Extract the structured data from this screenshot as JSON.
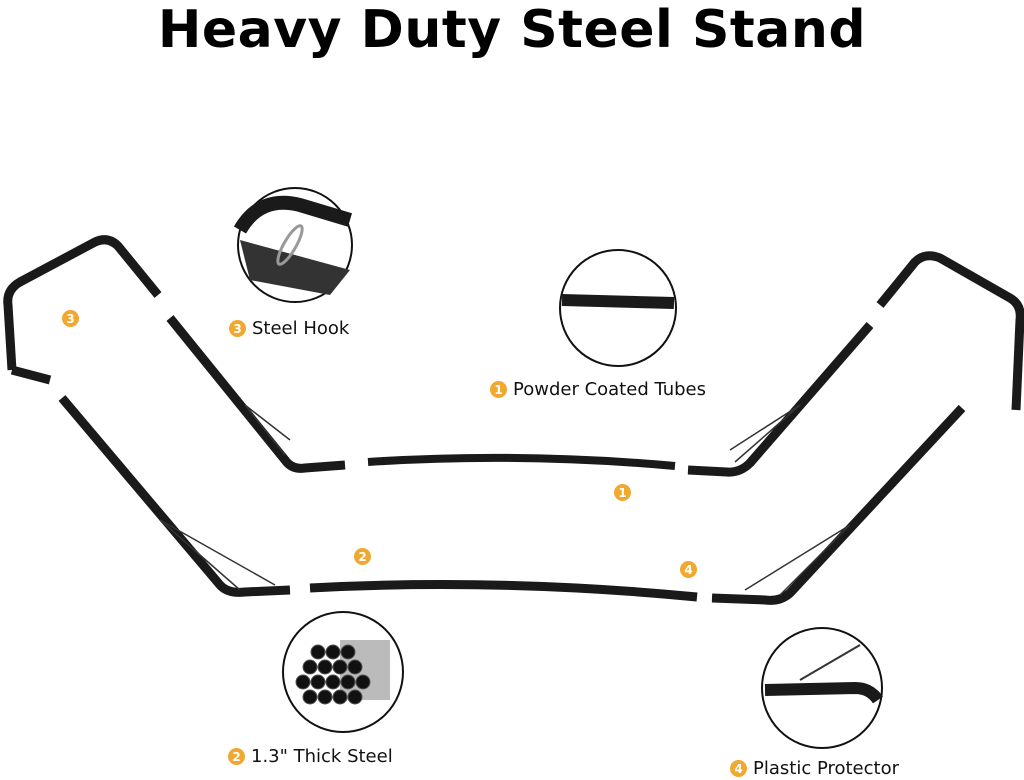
{
  "title": "Heavy Duty Steel Stand",
  "accent_color": "#f0a830",
  "features": [
    {
      "number": "1",
      "label": "Powder Coated Tubes"
    },
    {
      "number": "2",
      "label": "1.3\" Thick Steel"
    },
    {
      "number": "3",
      "label": "Steel Hook"
    },
    {
      "number": "4",
      "label": "Plastic Protector"
    }
  ]
}
